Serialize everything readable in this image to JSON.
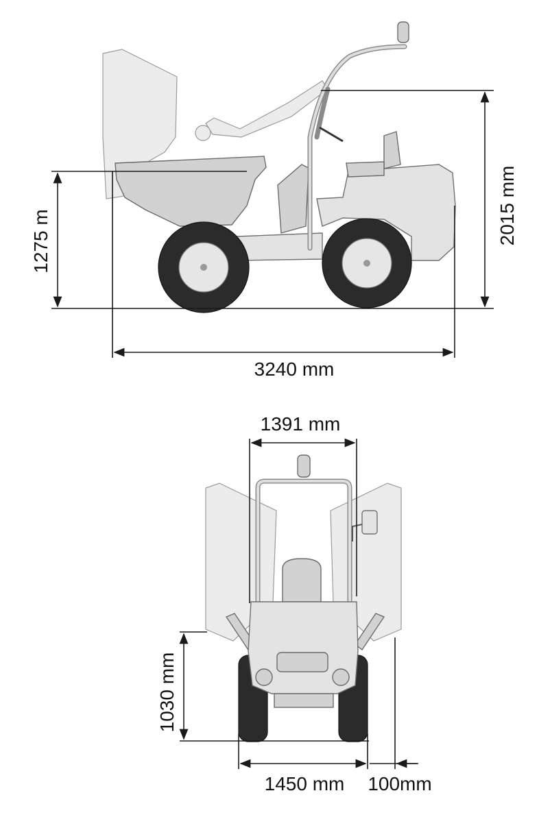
{
  "side_view": {
    "dump_height": "1275 m",
    "overall_height": "2015 mm",
    "overall_length": "3240 mm"
  },
  "front_view": {
    "rops_width": "1391 mm",
    "skip_height": "1030 mm",
    "track_width": "1450 mm",
    "overhang": "100mm"
  }
}
